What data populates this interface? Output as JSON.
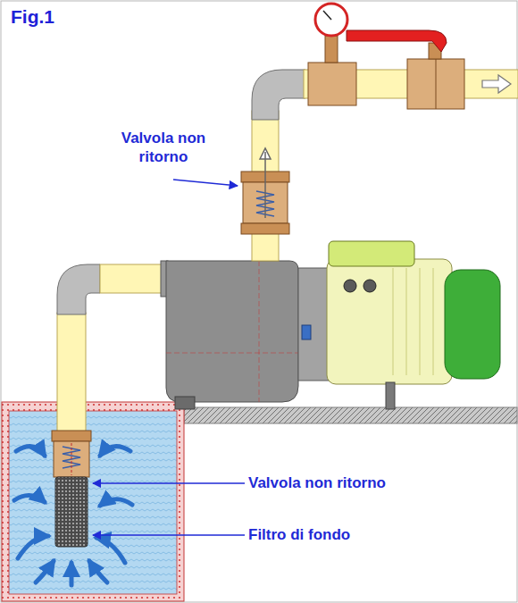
{
  "diagram": {
    "title": "Fig.1",
    "labels": [
      "Valvola non ritorno",
      "Valvola non ritorno",
      "Filtro di fondo"
    ]
  }
}
